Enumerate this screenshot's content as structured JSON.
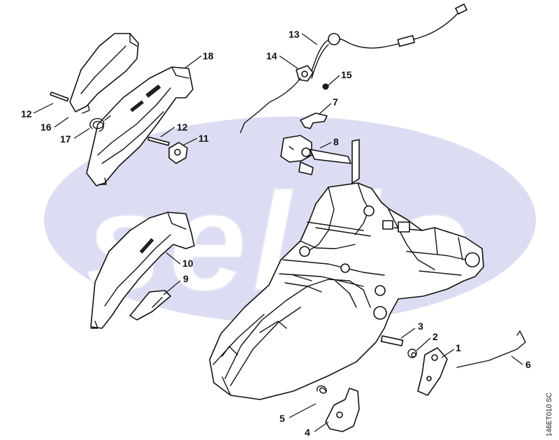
{
  "diagram": {
    "drawing_code": "146ET010 SC",
    "watermark_text": "sel.io",
    "watermark_color": "#dcdcf2",
    "callouts": [
      {
        "id": "c1",
        "label": "1"
      },
      {
        "id": "c2",
        "label": "2"
      },
      {
        "id": "c3",
        "label": "3"
      },
      {
        "id": "c4",
        "label": "4"
      },
      {
        "id": "c5",
        "label": "5"
      },
      {
        "id": "c6",
        "label": "6"
      },
      {
        "id": "c7",
        "label": "7"
      },
      {
        "id": "c8",
        "label": "8"
      },
      {
        "id": "c9",
        "label": "9"
      },
      {
        "id": "c10",
        "label": "10"
      },
      {
        "id": "c11",
        "label": "11"
      },
      {
        "id": "c12a",
        "label": "12"
      },
      {
        "id": "c12b",
        "label": "12"
      },
      {
        "id": "c13",
        "label": "13"
      },
      {
        "id": "c14",
        "label": "14"
      },
      {
        "id": "c15",
        "label": "15"
      },
      {
        "id": "c16",
        "label": "16"
      },
      {
        "id": "c17",
        "label": "17"
      },
      {
        "id": "c18",
        "label": "18"
      }
    ]
  }
}
